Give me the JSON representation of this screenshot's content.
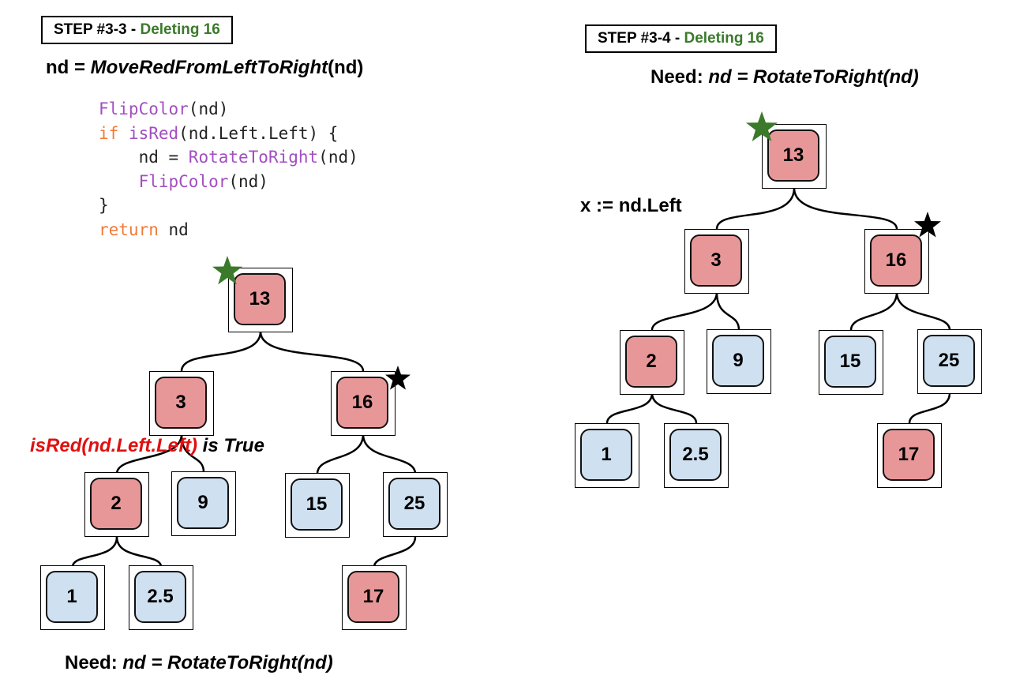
{
  "left": {
    "step_label": "STEP #3-3 - ",
    "step_highlight": "Deleting 16",
    "heading_prefix": "nd = ",
    "heading_fn": "MoveRedFromLeftToRight",
    "heading_suffix": "(nd)",
    "code": {
      "line1_fn": "FlipColor",
      "line1_rest": "(nd)",
      "line2_kw": "if ",
      "line2_fn": "isRed",
      "line2_rest": "(nd.Left.Left) {",
      "line3_pre": "    nd = ",
      "line3_fn": "RotateToRight",
      "line3_rest": "(nd)",
      "line4_fn": "FlipColor",
      "line4_rest": "(nd)",
      "line5": "}",
      "line6_kw": "return",
      "line6_rest": " nd"
    },
    "condition_red": "isRed(nd.Left.Left)",
    "condition_rest": " is True",
    "footer_bold": "Need: ",
    "footer_italic": "nd = RotateToRight(nd)",
    "nodes": {
      "n13": "13",
      "n3": "3",
      "n16": "16",
      "n2": "2",
      "n9": "9",
      "n15": "15",
      "n25": "25",
      "n1": "1",
      "n25b": "2.5",
      "n17": "17"
    }
  },
  "right": {
    "step_label": "STEP #3-4 - ",
    "step_highlight": "Deleting 16",
    "need_bold": "Need: ",
    "need_italic": "nd = RotateToRight(nd)",
    "x_label": "x := nd.Left",
    "nodes": {
      "n13": "13",
      "n3": "3",
      "n16": "16",
      "n2": "2",
      "n9": "9",
      "n15": "15",
      "n25": "25",
      "n1": "1",
      "n25b": "2.5",
      "n17": "17"
    }
  },
  "colors": {
    "red_node": "#e89798",
    "black_node": "#cfe0f0",
    "highlight_green": "#3a7a2a",
    "condition_red": "#e01010"
  },
  "icons": {
    "current_marker": "green-star-icon",
    "target_marker": "black-star-icon"
  }
}
